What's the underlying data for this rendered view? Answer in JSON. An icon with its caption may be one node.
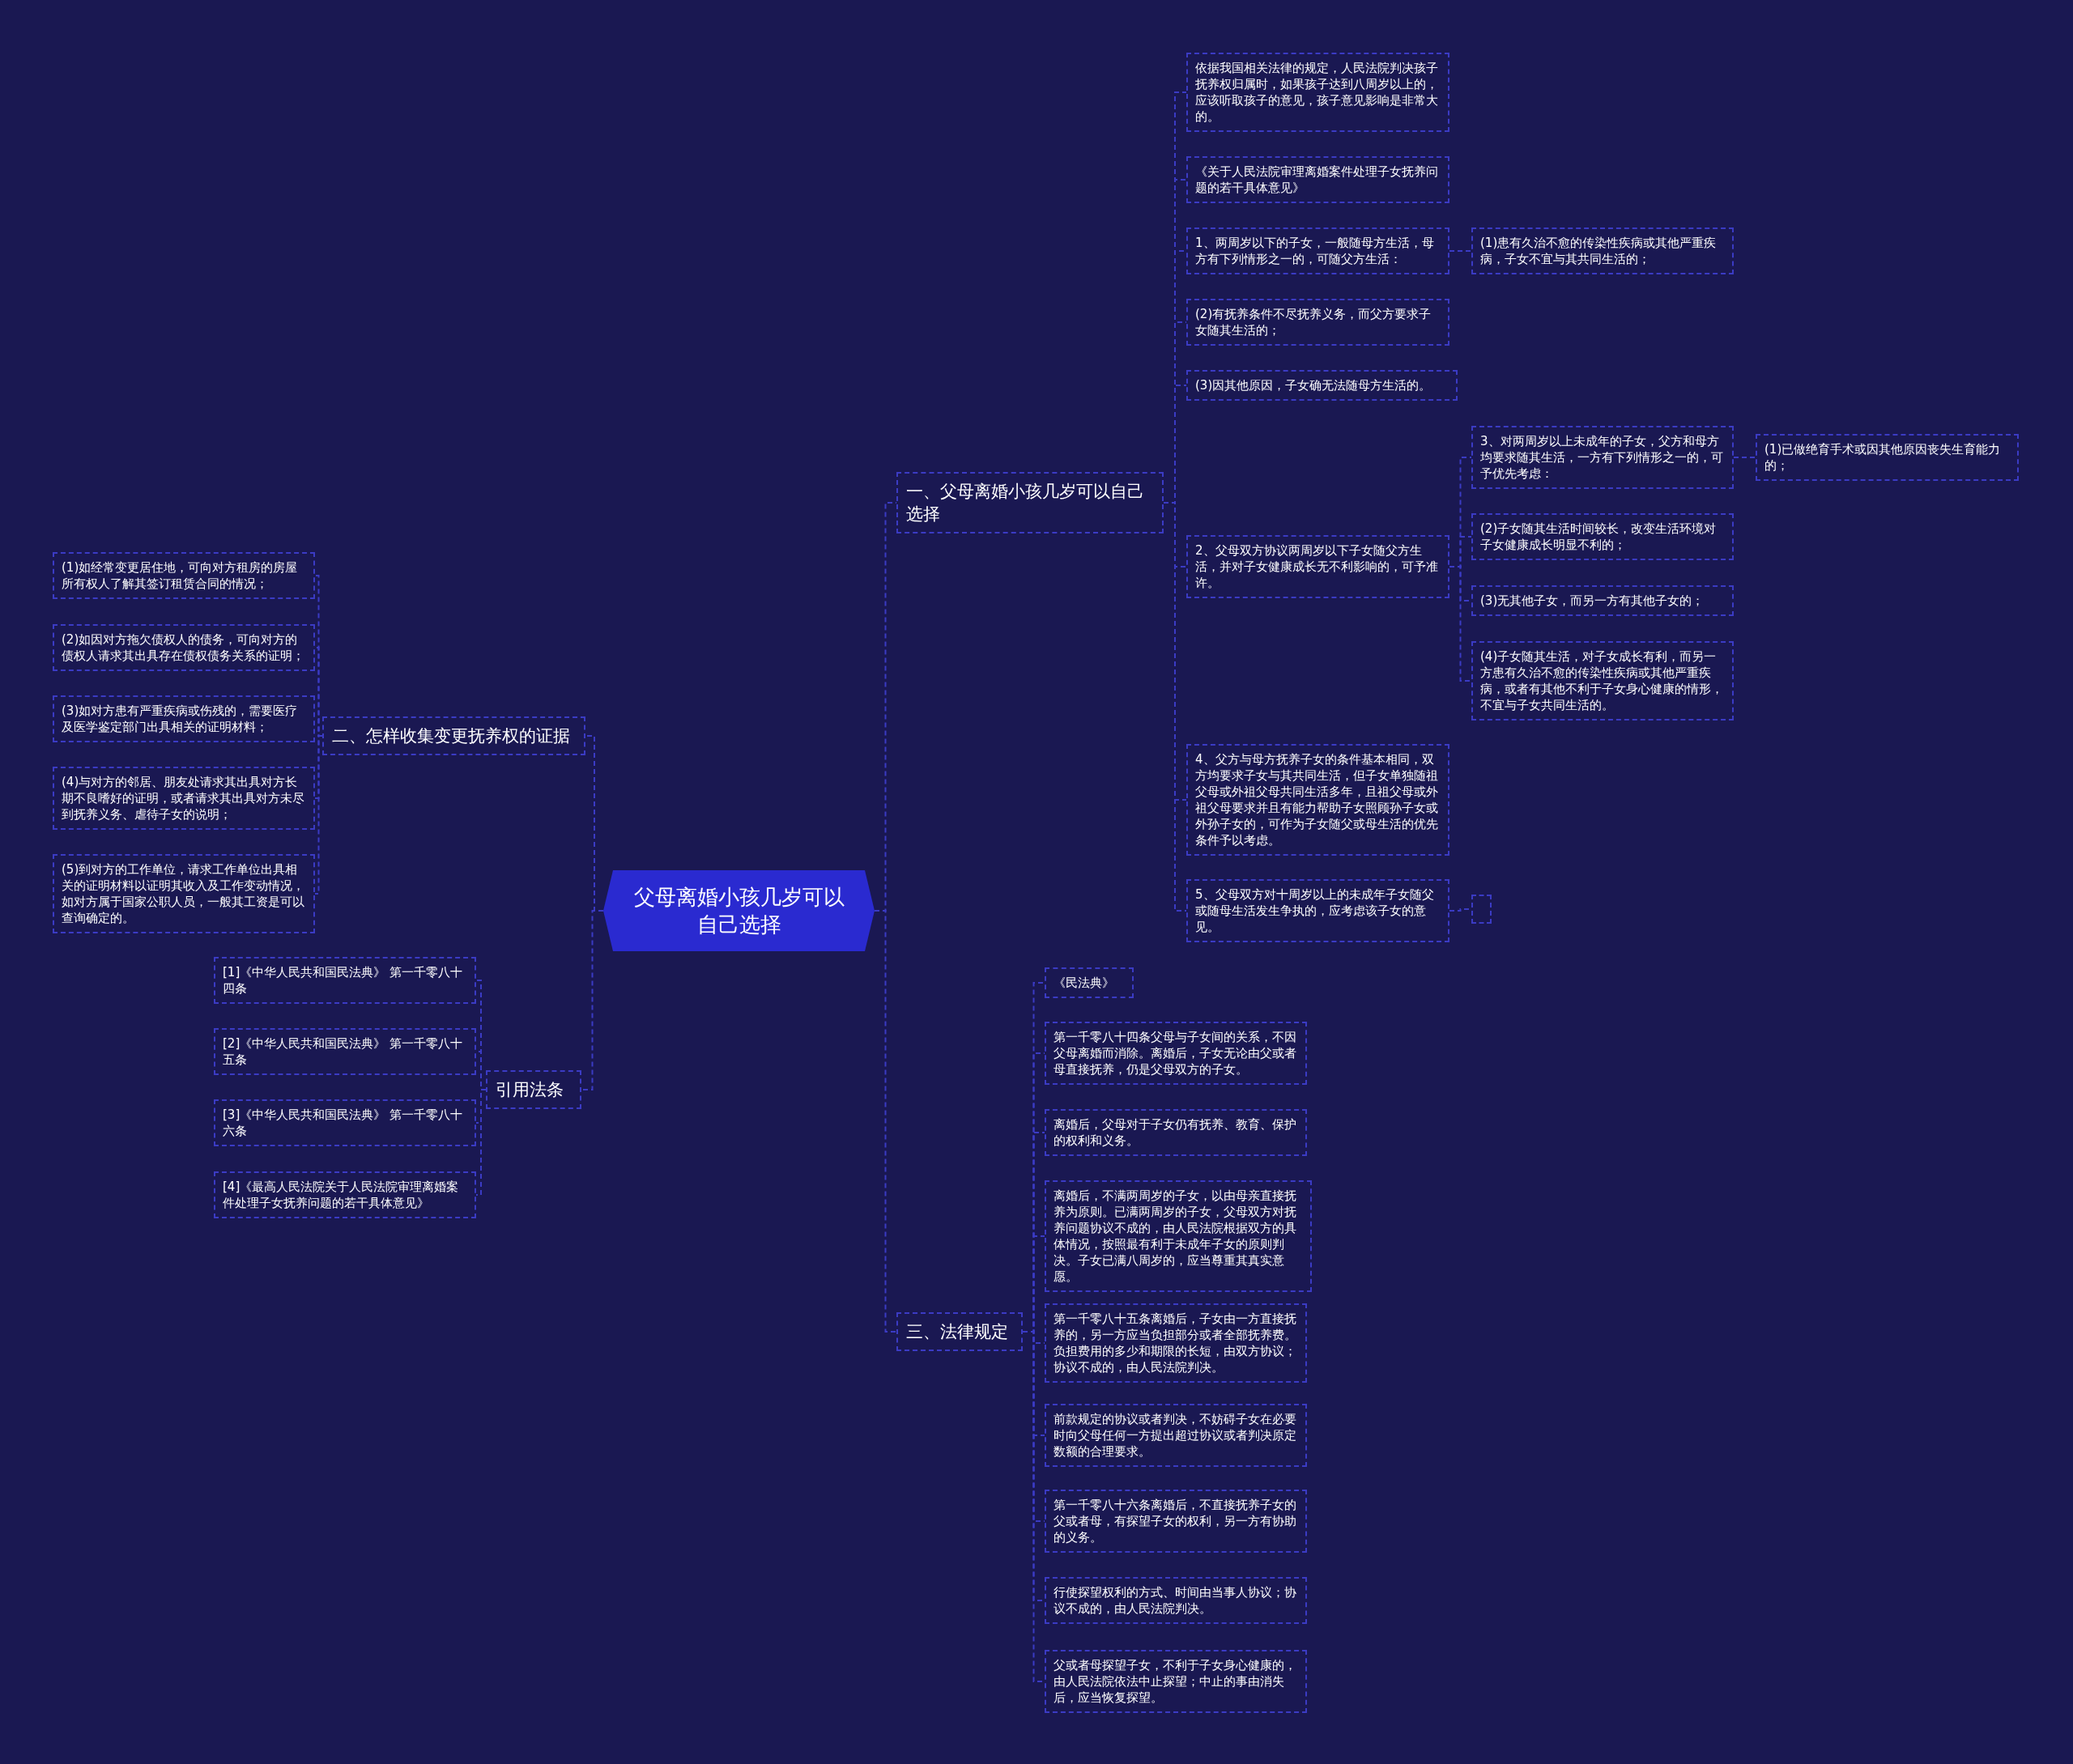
{
  "diagram": {
    "nodes": [
      {
        "text": [
          "父母离婚小孩几岁可以自己选择"
        ]
      },
      {
        "text": [
          "一、父母离婚小孩几岁可以自己选择"
        ]
      },
      {
        "text": [
          "依据我国相关法律的规定，人民法院判决孩子抚养权归属时，如果孩子达到八周岁以上的，应该听取孩子的意见，孩子意见影响是非常大的。"
        ]
      },
      {
        "text": [
          "《关于人民法院审理离婚案件处理子女抚养问题的若干具体意见》"
        ]
      },
      {
        "text": [
          "1、两周岁以下的子女，一般随母方生活，母方有下列情形之一的，可随父方生活："
        ]
      },
      {
        "text": [
          "(1)患有久治不愈的传染性疾病或其他严重疾病，子女不宜与其共同生活的；"
        ]
      },
      {
        "text": [
          "(2)有抚养条件不尽抚养义务，而父方要求子女随其生活的；"
        ]
      },
      {
        "text": [
          "(3)因其他原因，子女确无法随母方生活的。"
        ]
      },
      {
        "text": [
          "2、父母双方协议两周岁以下子女随父方生活，并对子女健康成长无不利影响的，可予准许。"
        ]
      },
      {
        "text": [
          "3、对两周岁以上未成年的子女，父方和母方均要求随其生活，一方有下列情形之一的，可予优先考虑："
        ]
      },
      {
        "text": [
          "(1)已做绝育手术或因其他原因丧失生育能力的；"
        ]
      },
      {
        "text": [
          "(2)子女随其生活时间较长，改变生活环境对子女健康成长明显不利的；"
        ]
      },
      {
        "text": [
          "(3)无其他子女，而另一方有其他子女的；"
        ]
      },
      {
        "text": [
          "(4)子女随其生活，对子女成长有利，而另一方患有久治不愈的传染性疾病或其他严重疾病，或者有其他不利于子女身心健康的情形，不宜与子女共同生活的。"
        ]
      },
      {
        "text": [
          "4、父方与母方抚养子女的条件基本相同，双方均要求子女与其共同生活，但子女单独随祖父母或外祖父母共同生活多年，且祖父母或外祖父母要求并且有能力帮助子女照顾孙子女或外孙子女的，可作为子女随父或母生活的优先条件予以考虑。"
        ]
      },
      {
        "text": [
          "5、父母双方对十周岁以上的未成年子女随父或随母生活发生争执的，应考虑该子女的意见。"
        ]
      },
      {
        "text": [],
        "shape": "box"
      },
      {
        "text": [
          "二、怎样收集变更抚养权的证据"
        ]
      },
      {
        "text": [
          "(1)如经常变更居住地，可向对方租房的房屋所有权人了解其签订租赁合同的情况；"
        ]
      },
      {
        "text": [
          "(2)如因对方拖欠债权人的债务，可向对方的债权人请求其出具存在债权债务关系的证明；"
        ]
      },
      {
        "text": [
          "(3)如对方患有严重疾病或伤残的，需要医疗及医学鉴定部门出具相关的证明材料；"
        ]
      },
      {
        "text": [
          "(4)与对方的邻居、朋友处请求其出具对方长期不良嗜好的证明，或者请求其出具对方未尽到抚养义务、虐待子女的说明；"
        ]
      },
      {
        "text": [
          "(5)到对方的工作单位，请求工作单位出具相关的证明材料以证明其收入及工作变动情况，如对方属于国家公职人员，一般其工资是可以查询确定的。"
        ]
      },
      {
        "text": [
          "引用法条"
        ]
      },
      {
        "text": [
          "[1]《中华人民共和国民法典》 第一千零八十四条"
        ]
      },
      {
        "text": [
          "[2]《中华人民共和国民法典》 第一千零八十五条"
        ]
      },
      {
        "text": [
          "[3]《中华人民共和国民法典》 第一千零八十六条"
        ]
      },
      {
        "text": [
          "[4]《最高人民法院关于人民法院审理离婚案件处理子女抚养问题的若干具体意见》"
        ]
      },
      {
        "text": [
          "三、法律规定"
        ]
      },
      {
        "text": [
          "《民法典》"
        ]
      },
      {
        "text": [
          "第一千零八十四条父母与子女间的关系，不因父母离婚而消除。离婚后，子女无论由父或者母直接抚养，仍是父母双方的子女。"
        ]
      },
      {
        "text": [
          "离婚后，父母对于子女仍有抚养、教育、保护的权利和义务。"
        ]
      },
      {
        "text": [
          "离婚后，不满两周岁的子女，以由母亲直接抚养为原则。已满两周岁的子女，父母双方对抚养问题协议不成的，由人民法院根据双方的具体情况，按照最有利于未成年子女的原则判决。子女已满八周岁的，应当尊重其真实意愿。"
        ]
      },
      {
        "text": [
          "第一千零八十五条离婚后，子女由一方直接抚养的，另一方应当负担部分或者全部抚养费。负担费用的多少和期限的长短，由双方协议；协议不成的，由人民法院判决。"
        ]
      },
      {
        "text": [
          "前款规定的协议或者判决，不妨碍子女在必要时向父母任何一方提出超过协议或者判决原定数额的合理要求。"
        ]
      },
      {
        "text": [
          "第一千零八十六条离婚后，不直接抚养子女的父或者母，有探望子女的权利，另一方有协助的义务。"
        ]
      },
      {
        "text": [
          "行使探望权利的方式、时间由当事人协议；协议不成的，由人民法院判决。"
        ]
      },
      {
        "text": [
          "父或者母探望子女，不利于子女身心健康的，由人民法院依法中止探望；中止的事由消失后，应当恢复探望。"
        ]
      }
    ],
    "edges": [
      {
        "from": 0,
        "to": 1,
        "arrow": "none"
      },
      {
        "from": 0,
        "to": 17,
        "arrow": "none"
      },
      {
        "from": 0,
        "to": 23,
        "arrow": "none"
      },
      {
        "from": 0,
        "to": 28,
        "arrow": "none"
      },
      {
        "from": 1,
        "to": 2,
        "arrow": "none"
      },
      {
        "from": 1,
        "to": 3,
        "arrow": "none"
      },
      {
        "from": 1,
        "to": 4,
        "arrow": "none"
      },
      {
        "from": 4,
        "to": 5,
        "arrow": "none"
      },
      {
        "from": 1,
        "to": 6,
        "arrow": "none"
      },
      {
        "from": 1,
        "to": 7,
        "arrow": "none"
      },
      {
        "from": 1,
        "to": 8,
        "arrow": "none"
      },
      {
        "from": 8,
        "to": 9,
        "arrow": "none"
      },
      {
        "from": 9,
        "to": 10,
        "arrow": "none"
      },
      {
        "from": 8,
        "to": 11,
        "arrow": "none"
      },
      {
        "from": 8,
        "to": 12,
        "arrow": "none"
      },
      {
        "from": 8,
        "to": 13,
        "arrow": "none"
      },
      {
        "from": 1,
        "to": 14,
        "arrow": "none"
      },
      {
        "from": 1,
        "to": 15,
        "arrow": "none"
      },
      {
        "from": 15,
        "to": 16,
        "arrow": "none"
      },
      {
        "from": 17,
        "to": 18,
        "arrow": "none"
      },
      {
        "from": 17,
        "to": 19,
        "arrow": "none"
      },
      {
        "from": 17,
        "to": 20,
        "arrow": "none"
      },
      {
        "from": 17,
        "to": 21,
        "arrow": "none"
      },
      {
        "from": 17,
        "to": 22,
        "arrow": "none"
      },
      {
        "from": 23,
        "to": 24,
        "arrow": "none"
      },
      {
        "from": 23,
        "to": 25,
        "arrow": "none"
      },
      {
        "from": 23,
        "to": 26,
        "arrow": "none"
      },
      {
        "from": 23,
        "to": 27,
        "arrow": "none"
      },
      {
        "from": 28,
        "to": 29,
        "arrow": "none"
      },
      {
        "from": 28,
        "to": 30,
        "arrow": "none"
      },
      {
        "from": 28,
        "to": 31,
        "arrow": "none"
      },
      {
        "from": 28,
        "to": 32,
        "arrow": "none"
      },
      {
        "from": 28,
        "to": 33,
        "arrow": "none"
      },
      {
        "from": 28,
        "to": 34,
        "arrow": "none"
      },
      {
        "from": 28,
        "to": 35,
        "arrow": "none"
      },
      {
        "from": 28,
        "to": 36,
        "arrow": "none"
      },
      {
        "from": 28,
        "to": 37,
        "arrow": "none"
      }
    ]
  }
}
